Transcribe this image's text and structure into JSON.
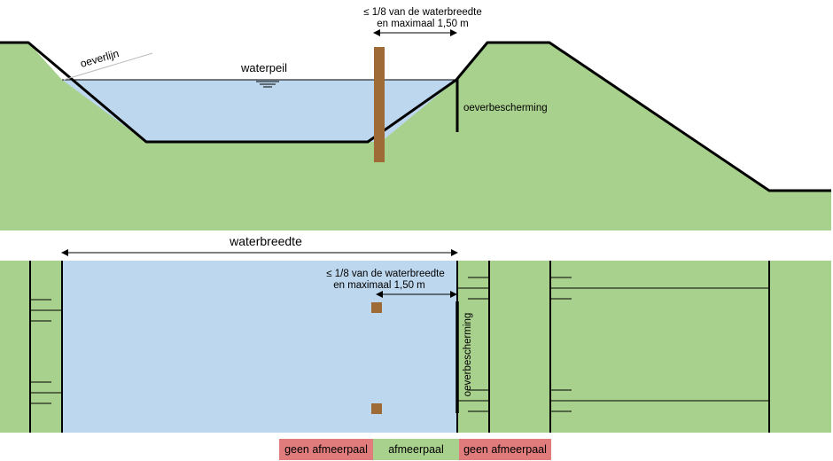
{
  "section": {
    "max_distance_line1": "≤ 1/8 van de waterbreedte",
    "max_distance_line2": "en maximaal 1,50 m",
    "bank_line": "oeverlijn",
    "water_level": "waterpeil",
    "bank_protection": "oeverbescherming"
  },
  "plan": {
    "water_width": "waterbreedte",
    "max_distance_line1": "≤ 1/8 van de waterbreedte",
    "max_distance_line2": "en maximaal 1,50 m",
    "bank_protection": "oeverbescherming"
  },
  "legend": {
    "left": "geen afmeerpaal",
    "middle": "afmeerpaal",
    "right": "geen afmeerpaal"
  },
  "colors": {
    "grass": "#a9d18e",
    "water": "#bdd7ee",
    "post": "#9e6b36",
    "no_mooring": "#e07c7c",
    "mooring": "#a9d18e"
  }
}
